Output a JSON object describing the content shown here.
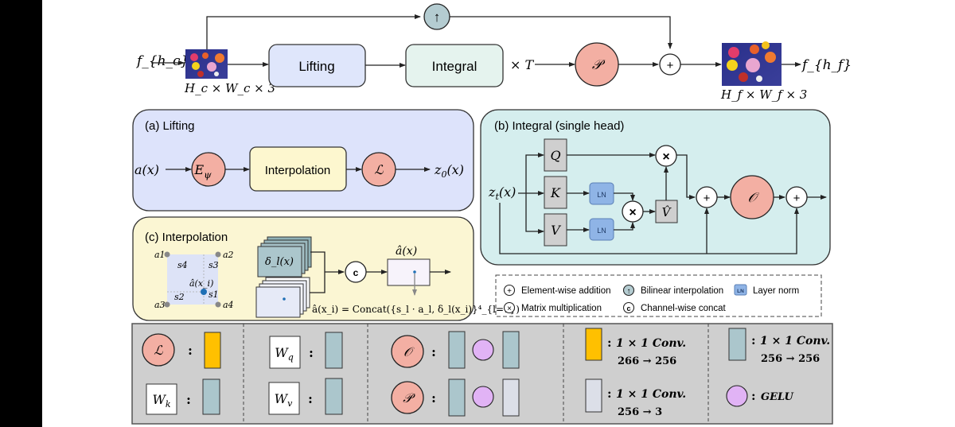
{
  "colors": {
    "lifting_panel": "#dde3fb",
    "integral_panel": "#d5eeee",
    "interp_panel": "#fbf6d3",
    "lifting_box": "#dfe6fb",
    "integral_box": "#e5f3ee",
    "interp_box": "#fdf7cf",
    "operator_circle": "#f3afa3",
    "qkv_box": "#cfcfcf",
    "ln_box": "#8fb4e6",
    "upsample_circle": "#b4ccd1",
    "legend_panel": "#cfcfcf",
    "conv_orange": "#ffc000",
    "conv_teal": "#abc6cc",
    "conv_light": "#dcdfe8",
    "gelu": "#e1b3f5"
  },
  "top": {
    "input_label": "f_{h_c}",
    "input_dims": "H_c × W_c × 3",
    "upsample_symbol": "↑",
    "lifting_label": "Lifting",
    "integral_label": "Integral",
    "repeat_label": "× T",
    "projection_symbol": "𝒫",
    "add_symbol": "+",
    "output_dims": "H_f × W_f × 3",
    "output_label": "f_{h_f}"
  },
  "panel_a": {
    "title": "(a) Lifting",
    "input": "a(x)",
    "encoder": "E",
    "encoder_sub": "ψ",
    "interp_label": "Interpolation",
    "lift_symbol": "ℒ",
    "output": "z",
    "output_sub": "0",
    "output_suffix": "(x)"
  },
  "panel_b": {
    "title": "(b) Integral (single head)",
    "input": "z",
    "input_sub": "t",
    "input_suffix": "(x)",
    "q": "Q",
    "k": "K",
    "v": "V",
    "ln": "LN",
    "vhat": "V̂",
    "mul": "×",
    "add": "+",
    "out_symbol": "𝒪"
  },
  "panel_c": {
    "title": "(c) Interpolation",
    "corners": [
      "a1",
      "a2",
      "a3",
      "a4"
    ],
    "areas": [
      "s4",
      "s3",
      "s2",
      "s1"
    ],
    "point_label": "â(x_i)",
    "delta_label": "δ_l(x)",
    "concat_symbol": "c",
    "output_label": "â(x)",
    "formula": "â(x_i) = Concat({s_l · a_l, δ_l(x_i)}⁴_{l=1})"
  },
  "legend": {
    "items": [
      {
        "icon": "plus",
        "label": "Element-wise addition"
      },
      {
        "icon": "up-arrow",
        "label": "Bilinear interpolation"
      },
      {
        "icon": "LN",
        "label": "Layer norm"
      },
      {
        "icon": "times",
        "label": "Matrix multiplication"
      },
      {
        "icon": "c",
        "label": "Channel-wise concat"
      }
    ]
  },
  "key_table": {
    "colon": ":",
    "L_symbol": "ℒ",
    "O_symbol": "𝒪",
    "P_symbol": "𝒫",
    "wq": "W",
    "wq_sub": "q",
    "wk": "W",
    "wk_sub": "k",
    "wv": "W",
    "wv_sub": "v",
    "conv_label": "1 × 1 Conv.",
    "conv_orange_dims": "266 → 256",
    "conv_light_dims": "256 → 3",
    "conv_teal_dims": "256 → 256",
    "gelu_label": "GELU"
  }
}
